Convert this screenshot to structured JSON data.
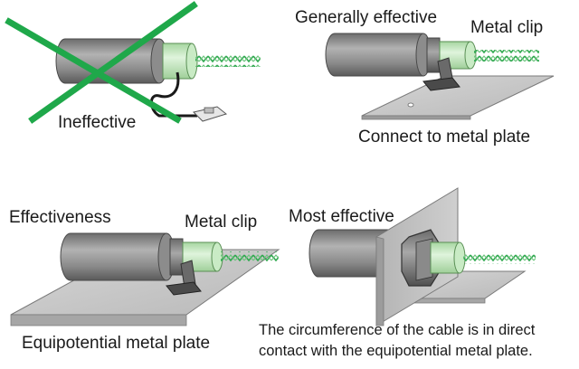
{
  "panels": {
    "ineffective": {
      "label": "Ineffective"
    },
    "generally_effective": {
      "title": "Generally effective",
      "clip_label": "Metal clip",
      "plate_label": "Connect to metal plate"
    },
    "effectiveness": {
      "title": "Effectiveness",
      "clip_label": "Metal clip",
      "plate_label": "Equipotential metal plate"
    },
    "most_effective": {
      "title": "Most effective",
      "note_line1": "The circumference of the cable is in direct",
      "note_line2": "contact with the equipotential metal plate."
    }
  },
  "colors": {
    "cross": "#1fa84a",
    "cable_body": "#8a8a8a",
    "sleeve": "#c9ebc5",
    "braid": "#2fa84f",
    "plate": "#c8c8c8",
    "clip": "#555555"
  }
}
